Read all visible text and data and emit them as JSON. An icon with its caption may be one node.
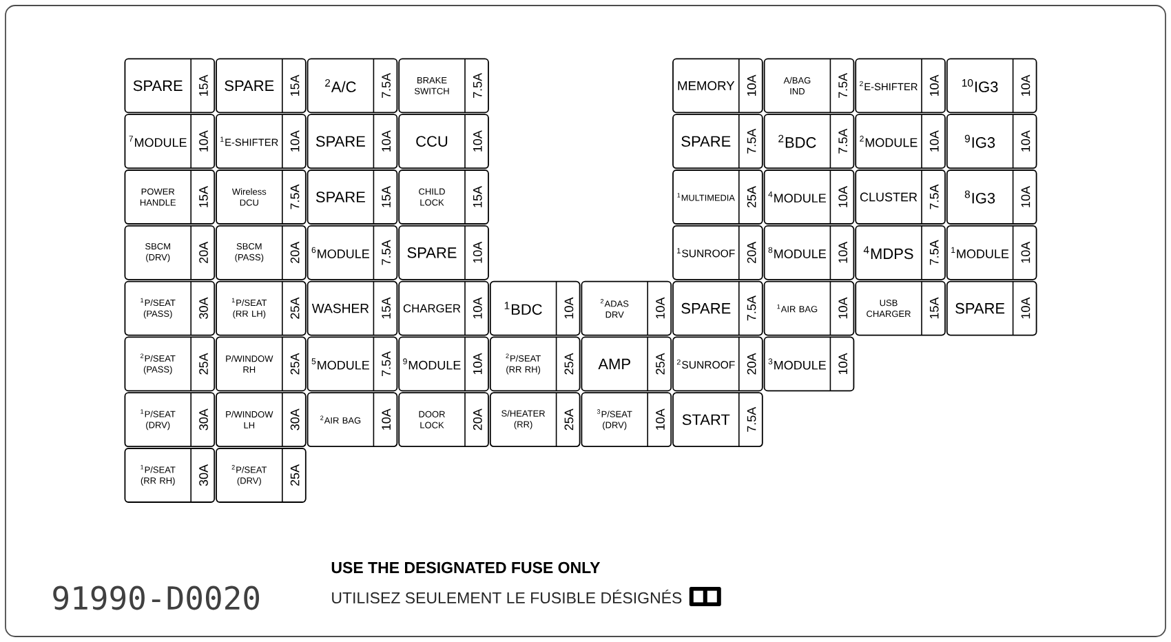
{
  "diagram": {
    "nodes": [
      {
        "text": [
          "SPARE",
          "15A"
        ]
      },
      {
        "text": [
          "SPARE",
          "15A"
        ]
      },
      {
        "text": [
          "$^{2}$A/C",
          "7.5A"
        ]
      },
      {
        "text": [
          "BRAKE SWITCH",
          "7.5A"
        ]
      },
      {
        "text": [
          "MEMORY",
          "10A"
        ]
      },
      {
        "text": [
          "A/BAG IND",
          "7.5A"
        ]
      },
      {
        "text": [
          "$^{2}$E-SHIFTER",
          "10A"
        ]
      },
      {
        "text": [
          "$^{10}$IG3",
          "10A"
        ]
      },
      {
        "text": [
          "$^{7}$MODULE",
          "10A"
        ]
      },
      {
        "text": [
          "$^{1}$E-SHIFTER",
          "10A"
        ]
      },
      {
        "text": [
          "SPARE",
          "10A"
        ]
      },
      {
        "text": [
          "CCU",
          "10A"
        ]
      },
      {
        "text": [
          "SPARE",
          "7.5A"
        ]
      },
      {
        "text": [
          "$^{2}$BDC",
          "7.5A"
        ]
      },
      {
        "text": [
          "$^{2}$MODULE",
          "10A"
        ]
      },
      {
        "text": [
          "$^{9}$IG3",
          "10A"
        ]
      },
      {
        "text": [
          "POWER HANDLE",
          "15A"
        ]
      },
      {
        "text": [
          "Wireless DCU",
          "7.5A"
        ]
      },
      {
        "text": [
          "SPARE",
          "15A"
        ]
      },
      {
        "text": [
          "CHILD LOCK",
          "15A"
        ]
      },
      {
        "text": [
          "$^{1}$MULTIMEDIA",
          "25A"
        ]
      },
      {
        "text": [
          "$^{4}$MODULE",
          "10A"
        ]
      },
      {
        "text": [
          "CLUSTER",
          "7.5A"
        ]
      },
      {
        "text": [
          "$^{8}$IG3",
          "10A"
        ]
      },
      {
        "text": [
          "SBCM (DRV)",
          "20A"
        ]
      },
      {
        "text": [
          "SBCM (PASS)",
          "20A"
        ]
      },
      {
        "text": [
          "$^{6}$MODULE",
          "7.5A"
        ]
      },
      {
        "text": [
          "SPARE",
          "10A"
        ]
      },
      {
        "text": [
          "$^{1}$SUNROOF",
          "20A"
        ]
      },
      {
        "text": [
          "$^{8}$MODULE",
          "10A"
        ]
      },
      {
        "text": [
          "$^{4}$MDPS",
          "7.5A"
        ]
      },
      {
        "text": [
          "$^{1}$MODULE",
          "10A"
        ]
      },
      {
        "text": [
          "$^{1}$P/SEAT (PASS)",
          "30A"
        ]
      },
      {
        "text": [
          "$^{1}$P/SEAT (RR LH)",
          "25A"
        ]
      },
      {
        "text": [
          "WASHER",
          "15A"
        ]
      },
      {
        "text": [
          "CHARGER",
          "10A"
        ]
      },
      {
        "text": [
          "$^{1}$BDC",
          "10A"
        ]
      },
      {
        "text": [
          "$^{2}$ADAS DRV",
          "10A"
        ]
      },
      {
        "text": [
          "SPARE",
          "7.5A"
        ]
      },
      {
        "text": [
          "$^{1}$AIR BAG",
          "10A"
        ]
      },
      {
        "text": [
          "USB CHARGER",
          "15A"
        ]
      },
      {
        "text": [
          "SPARE",
          "10A"
        ]
      },
      {
        "text": [
          "$^{2}$P/SEAT (PASS)",
          "25A"
        ]
      },
      {
        "text": [
          "P/WINDOW RH",
          "25A"
        ]
      },
      {
        "text": [
          "$^{5}$MODULE",
          "7.5A"
        ]
      },
      {
        "text": [
          "$^{9}$MODULE",
          "10A"
        ]
      },
      {
        "text": [
          "$^{2}$P/SEAT (RR RH)",
          "25A"
        ]
      },
      {
        "text": [
          "AMP",
          "25A"
        ]
      },
      {
        "text": [
          "$^{2}$SUNROOF",
          "20A"
        ]
      },
      {
        "text": [
          "$^{3}$MODULE",
          "10A"
        ]
      },
      {
        "text": [
          "$^{1}$P/SEAT (DRV)",
          "30A"
        ]
      },
      {
        "text": [
          "P/WINDOW LH",
          "30A"
        ]
      },
      {
        "text": [
          "$^{2}$AIR BAG",
          "10A"
        ]
      },
      {
        "text": [
          "DOOR LOCK",
          "20A"
        ]
      },
      {
        "text": [
          "S/HEATER (RR)",
          "25A"
        ]
      },
      {
        "text": [
          "$^{3}$P/SEAT (DRV)",
          "10A"
        ]
      },
      {
        "text": [
          "START",
          "7.5A"
        ]
      },
      {
        "text": [
          "$^{1}$P/SEAT (RR RH)",
          "30A"
        ]
      },
      {
        "text": [
          "$^{2}$P/SEAT (DRV)",
          "25A"
        ]
      }
    ],
    "labels": [
      "USE THE DESIGNATED FUSE ONLY",
      "91990-D0020",
      "UTILISEZ SEULEMENT LE FUSIBLE DÉSIGNÉS"
    ]
  }
}
